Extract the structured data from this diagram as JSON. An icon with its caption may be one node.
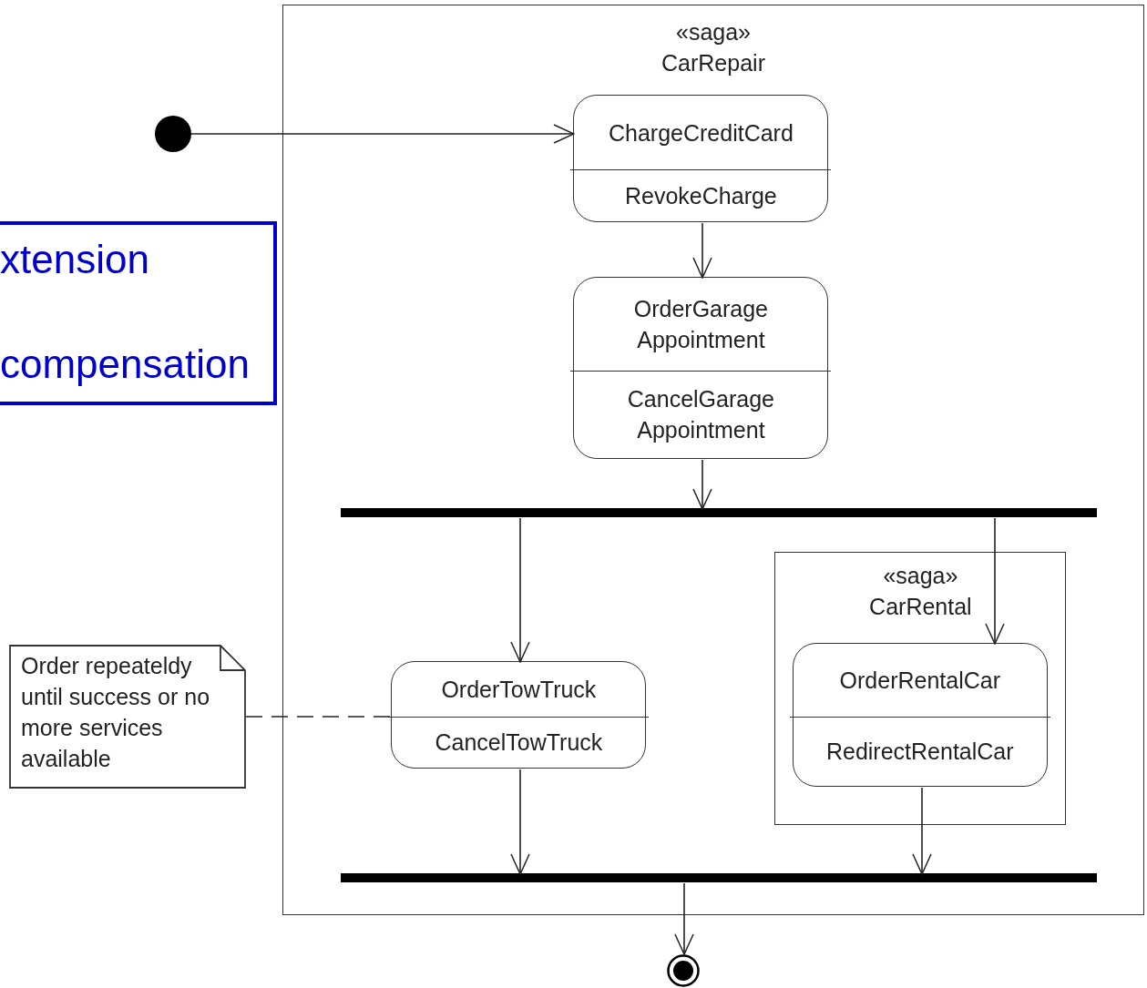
{
  "diagram": {
    "nodes": [
      {
        "text": [
          "«saga» CarRepair"
        ]
      },
      {
        "text": [],
        "shape": "circle"
      },
      {
        "text": [
          "ChargeCreditCard",
          "RevokeCharge"
        ],
        "in": 0
      },
      {
        "text": [
          "OrderGarage Appointment",
          "CancelGarage Appointment"
        ],
        "in": 0
      },
      {
        "text": [],
        "shape": "bar",
        "in": 0
      },
      {
        "text": [
          "OrderTowTruck",
          "CancelTowTruck"
        ],
        "in": 0
      },
      {
        "text": [
          "«saga» CarRental"
        ],
        "in": 0
      },
      {
        "text": [
          "OrderRentalCar",
          "RedirectRentalCar"
        ],
        "in": 6
      },
      {
        "text": [],
        "shape": "bar",
        "in": 0
      },
      {
        "text": [],
        "shape": "bullseye"
      },
      {
        "text": [
          "Order repeateldy until success or no more services available"
        ]
      },
      {
        "text": [
          "xtension",
          "compensation"
        ]
      }
    ],
    "edges": [
      {
        "from": 1,
        "to": 2,
        "arrow": "to"
      },
      {
        "from": 2,
        "to": 3,
        "arrow": "to"
      },
      {
        "from": 3,
        "to": 4,
        "arrow": "to"
      },
      {
        "from": 4,
        "to": 5,
        "arrow": "to"
      },
      {
        "from": 4,
        "to": 7,
        "arrow": "to"
      },
      {
        "from": 5,
        "to": 8,
        "arrow": "to"
      },
      {
        "from": 7,
        "to": 8,
        "arrow": "to"
      },
      {
        "from": 8,
        "to": 9,
        "arrow": "to"
      },
      {
        "from": 10,
        "to": 5,
        "arrow": "none",
        "style": "dashed"
      }
    ]
  }
}
